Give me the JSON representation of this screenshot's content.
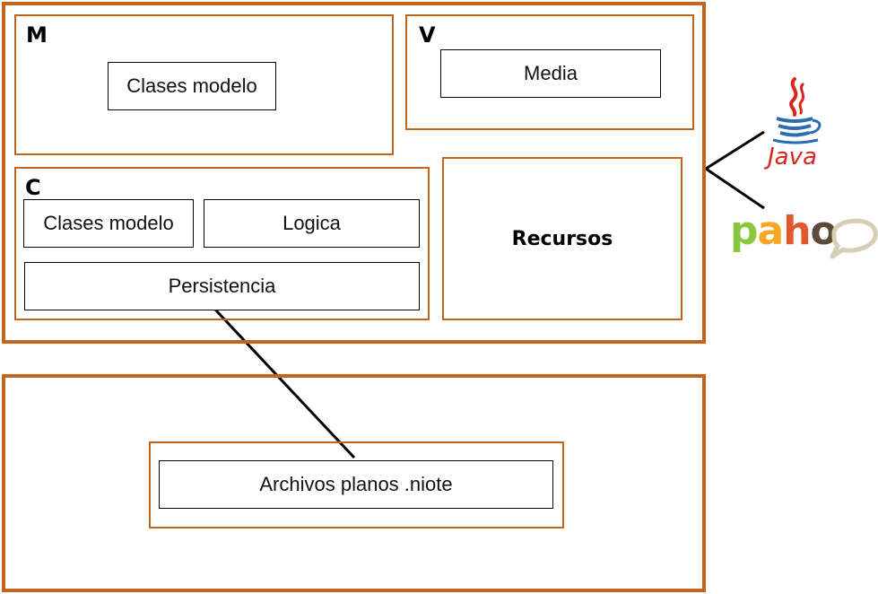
{
  "app": {
    "model": {
      "letter": "M",
      "classes_label": "Clases modelo"
    },
    "view": {
      "letter": "V",
      "media_label": "Media"
    },
    "controller": {
      "letter": "C",
      "classes_label": "Clases modelo",
      "logic_label": "Logica",
      "persistence_label": "Persistencia"
    },
    "resources": {
      "label": "Recursos"
    }
  },
  "storage": {
    "files_label": "Archivos planos .niote"
  },
  "logos": {
    "java": {
      "label": "Java",
      "icon": "java-icon",
      "color": "#d9261c",
      "cup_color": "#2a6db4"
    },
    "paho": {
      "label": "paho",
      "icon": "paho-icon",
      "letter_colors": [
        "#8cc63f",
        "#f7a823",
        "#e2572c",
        "#5c4b3b"
      ]
    }
  },
  "colors": {
    "frame": "#c0651b",
    "connector": "#000000"
  }
}
